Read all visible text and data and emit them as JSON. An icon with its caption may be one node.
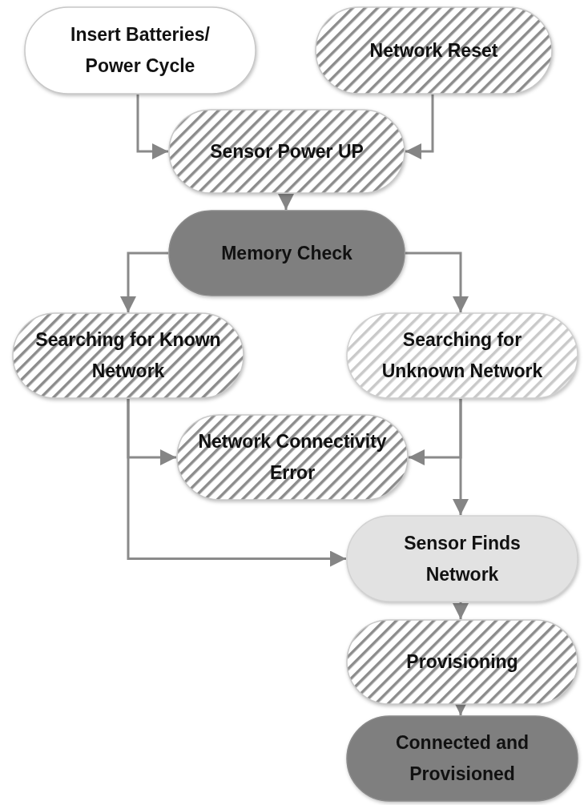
{
  "diagram": {
    "nodes": [
      {
        "text": [
          "Insert Batteries/ Power Cycle"
        ]
      },
      {
        "text": [
          "Network Reset"
        ]
      },
      {
        "text": [
          "Sensor Power UP"
        ]
      },
      {
        "text": [
          "Memory Check"
        ]
      },
      {
        "text": [
          "Searching for Known Network"
        ]
      },
      {
        "text": [
          "Searching for Unknown Network"
        ]
      },
      {
        "text": [
          "Network Connectivity Error"
        ]
      },
      {
        "text": [
          "Sensor Finds Network"
        ]
      },
      {
        "text": [
          "Provisioning"
        ]
      },
      {
        "text": [
          "Connected and Provisioned"
        ]
      }
    ],
    "edges": [
      {
        "from": 0,
        "to": 2,
        "arrow": "to"
      },
      {
        "from": 1,
        "to": 2,
        "arrow": "to"
      },
      {
        "from": 2,
        "to": 3,
        "arrow": "to"
      },
      {
        "from": 3,
        "to": 4,
        "arrow": "to"
      },
      {
        "from": 3,
        "to": 5,
        "arrow": "to"
      },
      {
        "from": 4,
        "to": 6,
        "arrow": "to"
      },
      {
        "from": 4,
        "to": 7,
        "arrow": "to"
      },
      {
        "from": 5,
        "to": 6,
        "arrow": "to"
      },
      {
        "from": 5,
        "to": 7,
        "arrow": "to"
      },
      {
        "from": 7,
        "to": 8,
        "arrow": "to"
      },
      {
        "from": 8,
        "to": 9,
        "arrow": "to"
      }
    ]
  }
}
